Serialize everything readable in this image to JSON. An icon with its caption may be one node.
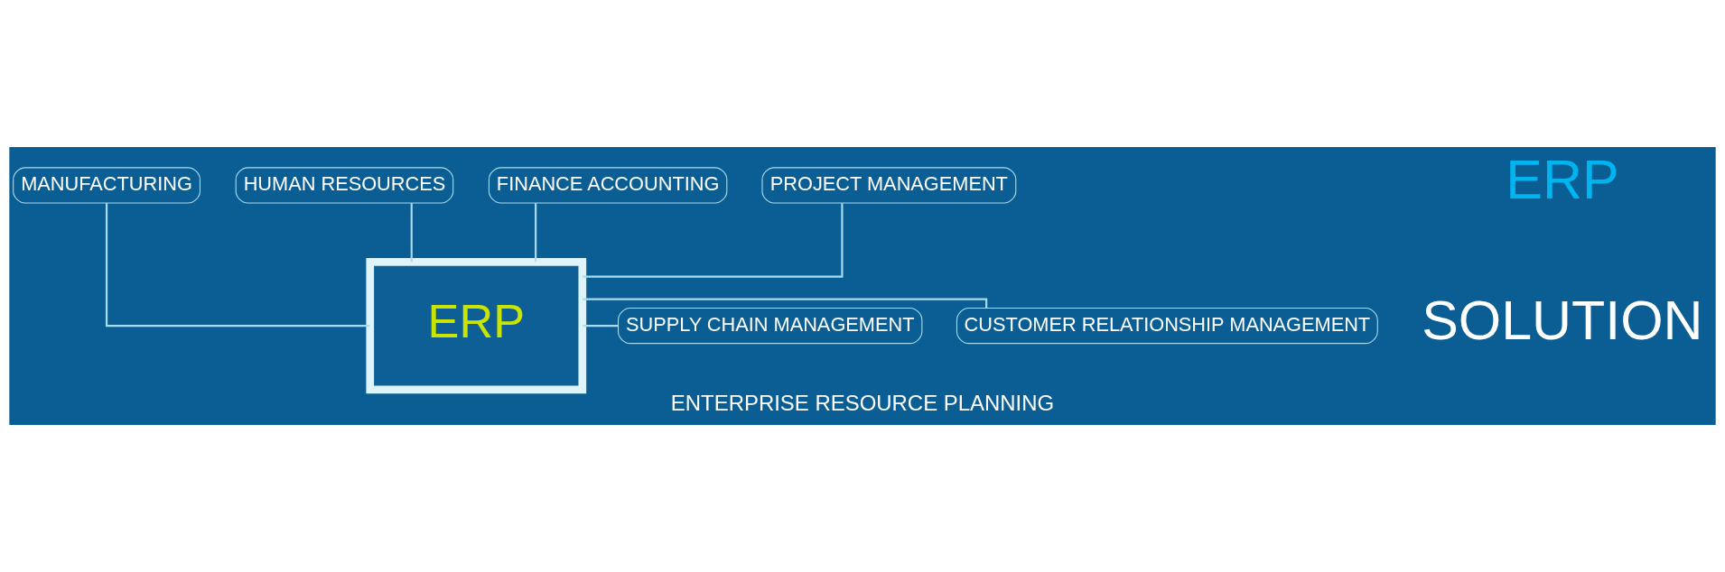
{
  "diagram": {
    "caption": "ENTERPRISE RESOURCE PLANNING",
    "nodes": [
      {
        "text": [
          "ERP"
        ]
      },
      {
        "text": [
          "MANUFACTURING"
        ]
      },
      {
        "text": [
          "HUMAN RESOURCES"
        ]
      },
      {
        "text": [
          "FINANCE ACCOUNTING"
        ]
      },
      {
        "text": [
          "PROJECT MANAGEMENT"
        ]
      },
      {
        "text": [
          "SUPPLY CHAIN MANAGEMENT"
        ]
      },
      {
        "text": [
          "CUSTOMER RELATIONSHIP MANAGEMENT"
        ]
      }
    ],
    "edges": [
      {
        "from": 0,
        "to": 1,
        "arrow": "none"
      },
      {
        "from": 0,
        "to": 2,
        "arrow": "none"
      },
      {
        "from": 0,
        "to": 3,
        "arrow": "none"
      },
      {
        "from": 0,
        "to": 4,
        "arrow": "none"
      },
      {
        "from": 0,
        "to": 5,
        "arrow": "none"
      },
      {
        "from": 0,
        "to": 6,
        "arrow": "none"
      }
    ],
    "labels": [
      "ERP",
      "SOLUTION"
    ]
  }
}
